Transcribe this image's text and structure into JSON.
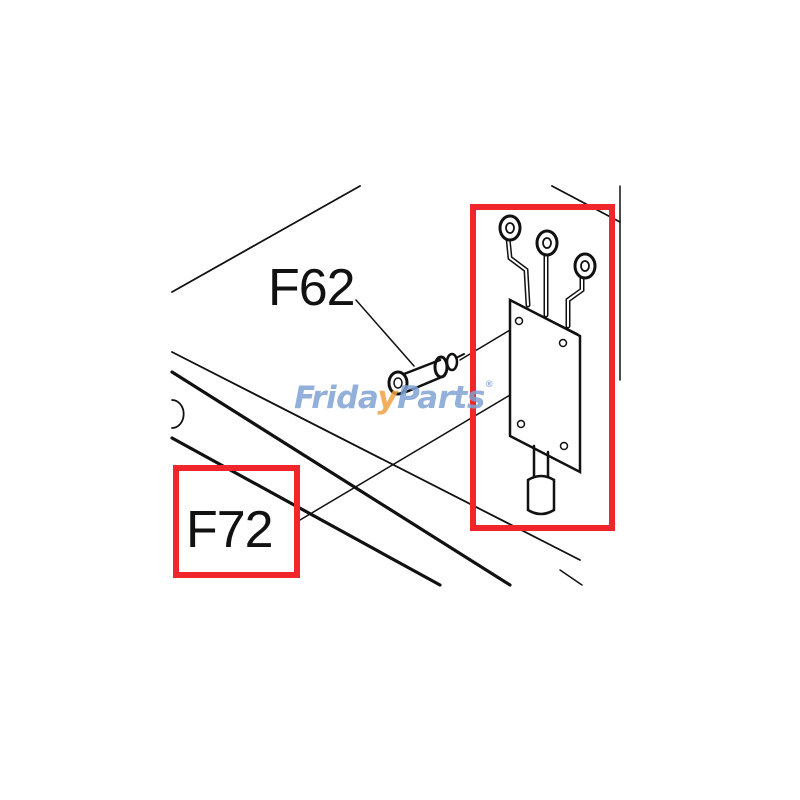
{
  "diagram": {
    "type": "exploded parts diagram",
    "labels": [
      {
        "id": "F62",
        "text": "F62",
        "highlighted": false
      },
      {
        "id": "F72",
        "text": "F72",
        "highlighted": true
      }
    ],
    "parts": [
      {
        "label": "F62",
        "description": "bolt with washers"
      },
      {
        "label": "F72",
        "description": "heater plate with three ring-terminal wires and sleeve lead",
        "highlighted": true
      }
    ],
    "watermark": {
      "text_left": "Frida",
      "text_right": "Parts",
      "mark": "®"
    },
    "colors": {
      "highlight": "#f0262b",
      "watermark": "#7fa3d4",
      "watermark_accent": "#f0a040",
      "line": "#111111"
    }
  }
}
